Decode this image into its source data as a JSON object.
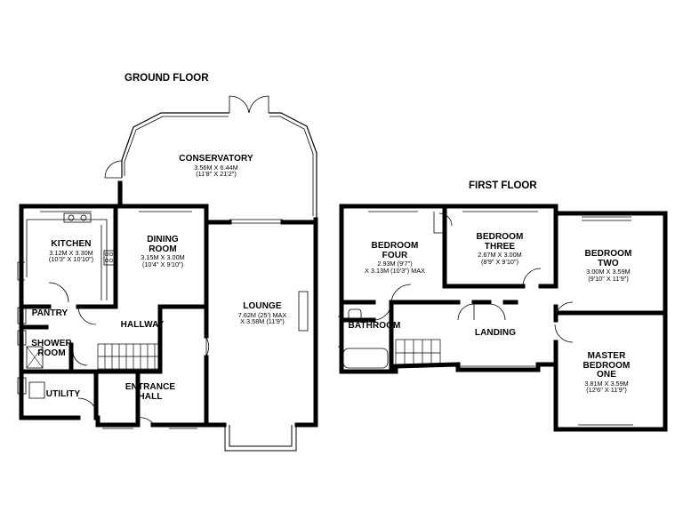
{
  "floors": {
    "ground": {
      "title": "GROUND FLOOR",
      "rooms": {
        "conservatory": {
          "name": "CONSERVATORY",
          "dim1": "3.56M X 6.44M",
          "dim2": "(11'8\" X 21'2\")"
        },
        "kitchen": {
          "name": "KITCHEN",
          "dim1": "3.12M X 3.30M",
          "dim2": "(10'3\" X 10'10\")"
        },
        "dining": {
          "name1": "DINING",
          "name2": "ROOM",
          "dim1": "3.15M X 3.00M",
          "dim2": "(10'4\" X 9'10\")"
        },
        "lounge": {
          "name": "LOUNGE",
          "dim1": "7.62M (25') MAX",
          "dim2": "X 3.58M (11'9\")"
        },
        "pantry": {
          "name": "PANTRY"
        },
        "hallway": {
          "name": "HALLWAY"
        },
        "shower": {
          "name1": "SHOWER",
          "name2": "ROOM"
        },
        "utility": {
          "name": "UTILITY"
        },
        "entrance": {
          "name1": "ENTRANCE",
          "name2": "HALL"
        }
      }
    },
    "first": {
      "title": "FIRST FLOOR",
      "rooms": {
        "bedroom_four": {
          "name1": "BEDROOM",
          "name2": "FOUR",
          "dim1": "2.93M (9'7\")",
          "dim2": "X 3.13M (10'3\") MAX"
        },
        "bedroom_three": {
          "name1": "BEDROOM",
          "name2": "THREE",
          "dim1": "2.67M X 3.00M",
          "dim2": "(8'9\" X 9'10\")"
        },
        "bedroom_two": {
          "name1": "BEDROOM",
          "name2": "TWO",
          "dim1": "3.00M X 3.59M",
          "dim2": "(9'10\" X 11'9\")"
        },
        "bathroom": {
          "name": "BATHROOM"
        },
        "landing": {
          "name": "LANDING"
        },
        "master": {
          "name1": "MASTER",
          "name2": "BEDROOM",
          "name3": "ONE",
          "dim1": "3.81M X 3.59M",
          "dim2": "(12'6\" X 11'9\")"
        }
      }
    }
  }
}
